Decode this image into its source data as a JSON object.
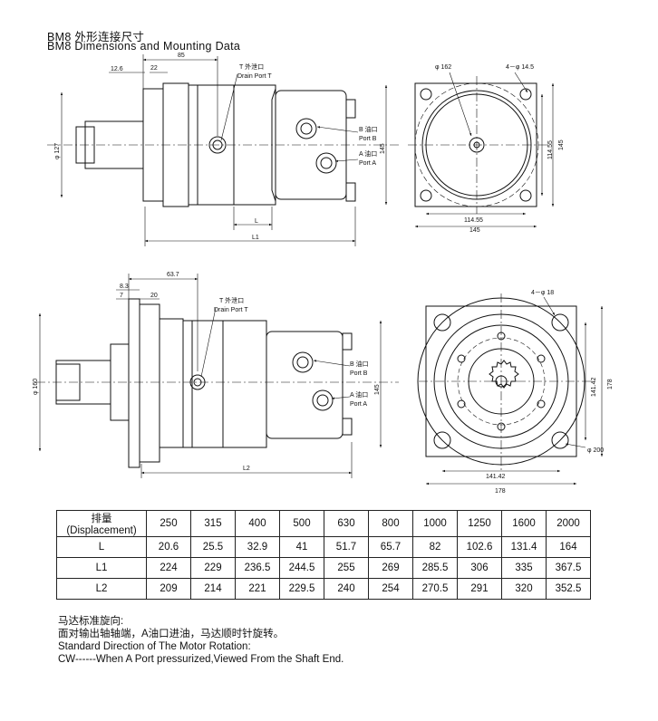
{
  "header": {
    "line1": "BM8  外形连接尺寸",
    "line2": "BM8  Dimensions and Mounting Data"
  },
  "view1": {
    "dim_12_6": "12.6",
    "dim_22": "22",
    "dim_85": "85",
    "port_t_cn": "T 外泄口",
    "port_t_en": "Drain Port T",
    "port_b_cn": "B 油口",
    "port_b_en": "Port B",
    "port_a_cn": "A 油口",
    "port_a_en": "Port A",
    "dim_phi127": "φ 127",
    "dim_145": "145",
    "dim_L": "L",
    "dim_L1": "L1"
  },
  "view2": {
    "dim_phi162": "φ 162",
    "dim_holes": "4－φ 14.5",
    "dim_114_55_v": "114.55",
    "dim_145_v": "145",
    "dim_114_55_h": "114.55",
    "dim_145_h": "145"
  },
  "view3": {
    "dim_63_7": "63.7",
    "dim_8_3": "8.3",
    "dim_7": "7",
    "dim_20": "20",
    "port_t_cn": "T 外泄口",
    "port_t_en": "Drain Port T",
    "port_b_cn": "B 油口",
    "port_b_en": "Port B",
    "port_a_cn": "A 油口",
    "port_a_en": "Port A",
    "dim_phi160": "φ 160",
    "dim_145": "145",
    "dim_L2": "L2"
  },
  "view4": {
    "dim_holes": "4－φ 18",
    "dim_141_42_v": "141.42",
    "dim_178_v": "178",
    "dim_phi200": "φ 200",
    "dim_141_42_h": "141.42",
    "dim_178_h": "178"
  },
  "table": {
    "header": [
      "排量 (Displacement)",
      "250",
      "315",
      "400",
      "500",
      "630",
      "800",
      "1000",
      "1250",
      "1600",
      "2000"
    ],
    "rows": [
      [
        "L",
        "20.6",
        "25.5",
        "32.9",
        "41",
        "51.7",
        "65.7",
        "82",
        "102.6",
        "131.4",
        "164"
      ],
      [
        "L1",
        "224",
        "229",
        "236.5",
        "244.5",
        "255",
        "269",
        "285.5",
        "306",
        "335",
        "367.5"
      ],
      [
        "L2",
        "209",
        "214",
        "221",
        "229.5",
        "240",
        "254",
        "270.5",
        "291",
        "320",
        "352.5"
      ]
    ]
  },
  "notes": {
    "line1": "马达标准旋向:",
    "line2": "面对输出轴轴端，A油口进油，马达顺时针旋转。",
    "line3": "Standard Direction of The Motor Rotation:",
    "line4": "CW------When A Port pressurized,Viewed From the Shaft End."
  }
}
